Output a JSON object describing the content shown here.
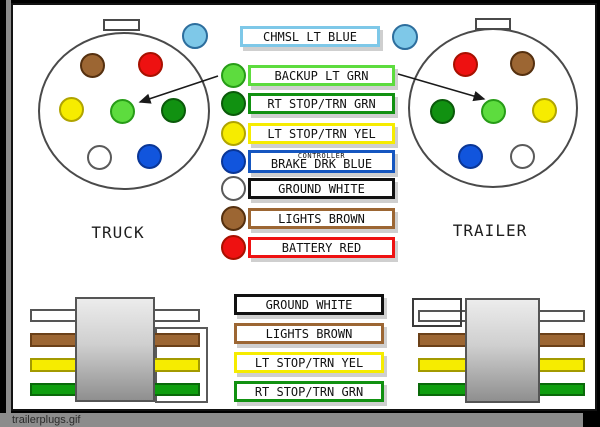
{
  "image_label": "trailerplugs.gif",
  "plugs": {
    "truck": {
      "label": "TRUCK",
      "pins": [
        {
          "position": "top-left",
          "color_name": "brown"
        },
        {
          "position": "top-right",
          "color_name": "red"
        },
        {
          "position": "mid-left",
          "color_name": "yellow"
        },
        {
          "position": "mid-center",
          "color_name": "light-green"
        },
        {
          "position": "mid-right",
          "color_name": "dark-green"
        },
        {
          "position": "bottom-left",
          "color_name": "white"
        },
        {
          "position": "bottom-right",
          "color_name": "blue"
        }
      ],
      "satellite_pin": {
        "position": "top-right-outside",
        "color_name": "light-blue"
      }
    },
    "trailer": {
      "label": "TRAILER",
      "pins": [
        {
          "position": "top-left",
          "color_name": "red"
        },
        {
          "position": "top-right",
          "color_name": "brown"
        },
        {
          "position": "mid-left",
          "color_name": "dark-green"
        },
        {
          "position": "mid-center",
          "color_name": "light-green"
        },
        {
          "position": "mid-right",
          "color_name": "yellow"
        },
        {
          "position": "bottom-left",
          "color_name": "blue"
        },
        {
          "position": "bottom-right",
          "color_name": "white"
        }
      ],
      "satellite_pin": {
        "position": "top-left-outside",
        "color_name": "light-blue"
      }
    }
  },
  "wire_legend": [
    {
      "label": "CHMSL LT BLUE",
      "color_name": "light-blue",
      "hex": "#7ec8e8"
    },
    {
      "label": "BACKUP LT GRN",
      "color_name": "light-green",
      "hex": "#5ddc3e"
    },
    {
      "label": "RT STOP/TRN GRN",
      "color_name": "dark-green",
      "hex": "#119111"
    },
    {
      "label": "LT STOP/TRN YEL",
      "color_name": "yellow",
      "hex": "#f6ec00"
    },
    {
      "label": "BRAKE DRK BLUE",
      "sublabel": "CONTROLLER",
      "color_name": "dark-blue",
      "hex": "#1556c0"
    },
    {
      "label": "GROUND WHITE",
      "color_name": "white",
      "hex": "#ffffff"
    },
    {
      "label": "LIGHTS BROWN",
      "color_name": "brown",
      "hex": "#9c6633"
    },
    {
      "label": "BATTERY RED",
      "color_name": "red",
      "hex": "#ee1111"
    }
  ],
  "flat4_legend": [
    {
      "label": "GROUND WHITE",
      "color_name": "white",
      "hex": "#ffffff"
    },
    {
      "label": "LIGHTS BROWN",
      "color_name": "brown",
      "hex": "#9c6633"
    },
    {
      "label": "LT STOP/TRN YEL",
      "color_name": "yellow",
      "hex": "#f6ec00"
    },
    {
      "label": "RT STOP/TRN GRN",
      "color_name": "dark-green",
      "hex": "#0f9f0f"
    }
  ],
  "flat4_wires": [
    "white",
    "brown",
    "yellow",
    "green"
  ]
}
